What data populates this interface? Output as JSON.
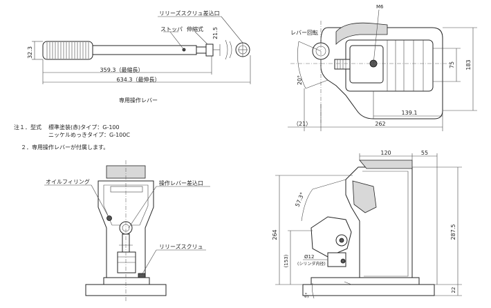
{
  "lever_view": {
    "release_screw_inlet": "リリーズスクリュ差込口",
    "stopper": "ストッパ",
    "telescopic": "伸縮式",
    "dim_dia": "32.3",
    "dim_21_5": "21.5",
    "dim_min_len": "359.3（最縮長）",
    "dim_max_len": "634.3（最伸長）",
    "caption": "専用操作レバー"
  },
  "notes": {
    "line1_prefix": "注１．型式",
    "line1_a": "標準塗装(赤)タイプ：G-100",
    "line1_b": "ニッケルめっきタイプ：G-100C",
    "line2": "２．専用操作レバーが付属します。"
  },
  "top_view": {
    "m6": "M6",
    "lever_rotation": "レバー回転",
    "angle_20": "20°",
    "dim_75": "75",
    "dim_183": "183",
    "dim_139_1": "139.1",
    "dim_21": "（21）",
    "dim_262": "262"
  },
  "front_view": {
    "oil_filling": "オイルフィリング",
    "lever_inlet": "操作レバー差込口",
    "release_screw": "リリーズスクリュ"
  },
  "side_view": {
    "dim_120": "120",
    "dim_55": "55",
    "angle_57_3": "57.3°",
    "dim_264": "264",
    "dim_153": "(153)",
    "dim_12": "Ø12",
    "cyl_inner": "(シリンダ内径)",
    "angle_5": "5°",
    "dim_287_5": "287.5",
    "dim_22": "22"
  }
}
